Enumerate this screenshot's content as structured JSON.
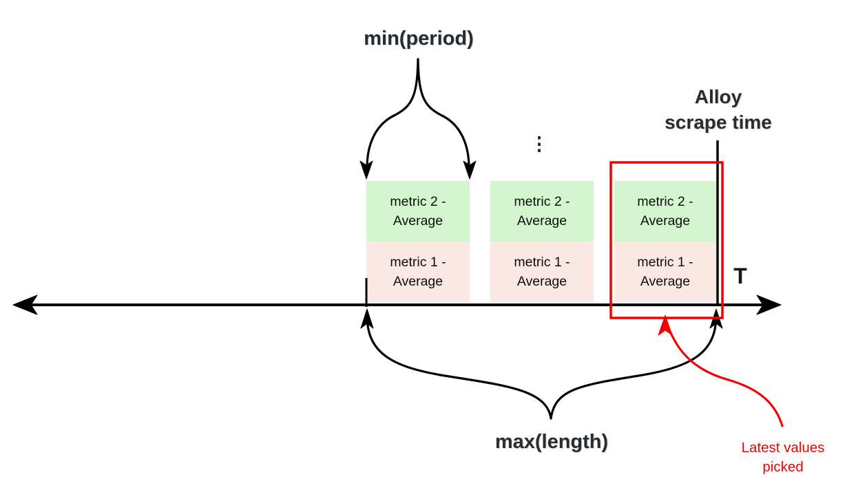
{
  "labels": {
    "min_period": "min(period)",
    "alloy_scrape_time": "Alloy\nscrape time",
    "ellipsis": "⋮",
    "axis_t": "T",
    "max_length": "max(length)",
    "latest_values": "Latest values\npicked"
  },
  "boxes": [
    {
      "segments": [
        {
          "label": "metric 2 -\nAverage"
        },
        {
          "label": "metric 1 -\nAverage"
        }
      ]
    },
    {
      "segments": [
        {
          "label": "metric 2 -\nAverage"
        },
        {
          "label": "metric 1 -\nAverage"
        }
      ]
    },
    {
      "segments": [
        {
          "label": "metric 2 -\nAverage"
        },
        {
          "label": "metric 1 -\nAverage"
        }
      ]
    }
  ],
  "colors": {
    "metric2_fill": "#d4f6ce",
    "metric1_fill": "#fbe7e4",
    "highlight_red": "#f30000",
    "stroke_black": "#000000",
    "ink": "#272c31"
  }
}
